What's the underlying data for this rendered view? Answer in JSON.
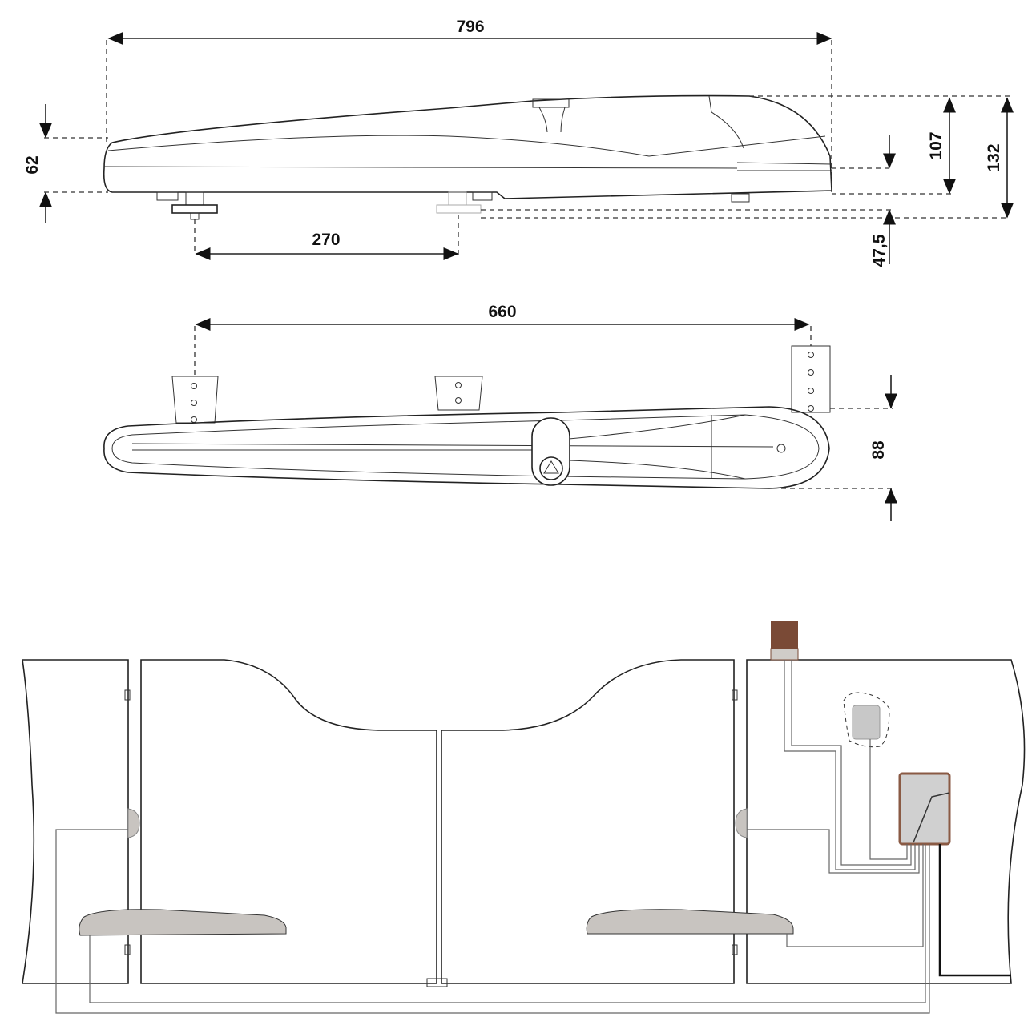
{
  "dimensions": {
    "overall_length": "796",
    "body_height_left": "62",
    "height_to_bracket": "107",
    "total_height": "132",
    "bracket_offset": "47,5",
    "bracket_spacing": "270",
    "mount_spacing": "660",
    "width": "88"
  },
  "colors": {
    "line": "#222222",
    "operator_fill": "#c8c4c0",
    "control_box_border": "#8a5a44",
    "control_box_fill": "#d0d0d0",
    "flasher": "#7a4a36"
  }
}
